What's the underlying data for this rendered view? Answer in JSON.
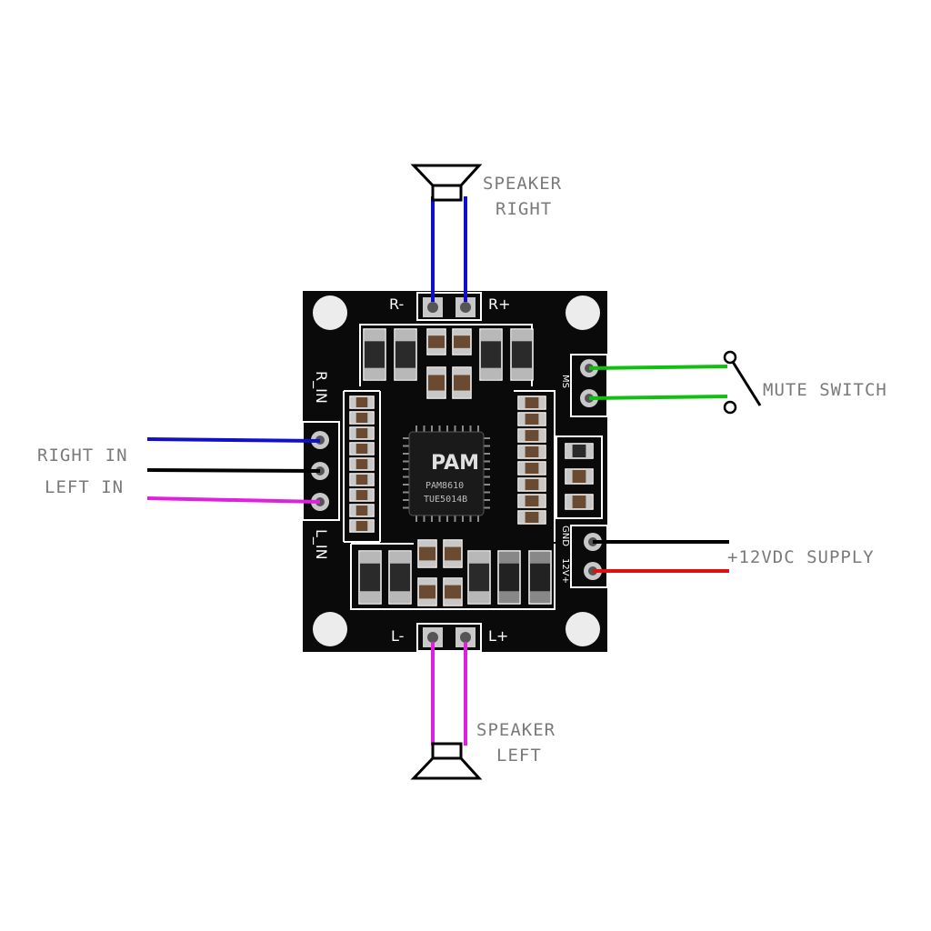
{
  "labels": {
    "speaker_right_1": "SPEAKER",
    "speaker_right_2": "RIGHT",
    "speaker_left_1": "SPEAKER",
    "speaker_left_2": "LEFT",
    "mute_switch": "MUTE SWITCH",
    "right_in": "RIGHT IN",
    "left_in": "LEFT IN",
    "supply": "+12VDC SUPPLY"
  },
  "board": {
    "silk_r_minus": "R-",
    "silk_r_plus": "R+",
    "silk_l_minus": "L-",
    "silk_l_plus": "L+",
    "silk_r_in": "R_IN",
    "silk_l_in": "L_IN",
    "silk_ms": "MS",
    "silk_gnd": "GND",
    "silk_12v": "12V+",
    "chip_logo": "PAM",
    "chip_part": "PAM8610",
    "chip_code": "TUE5014B"
  },
  "colors": {
    "board": "#0a0a0a",
    "speaker_right_wire": "#1010c8",
    "speaker_left_wire": "#e020e0",
    "mute_wire": "#10c010",
    "right_in_wire": "#1010c8",
    "ground_wire": "#000000",
    "left_in_wire": "#e020e0",
    "supply_negative_wire": "#000000",
    "supply_positive_wire": "#e01010"
  }
}
